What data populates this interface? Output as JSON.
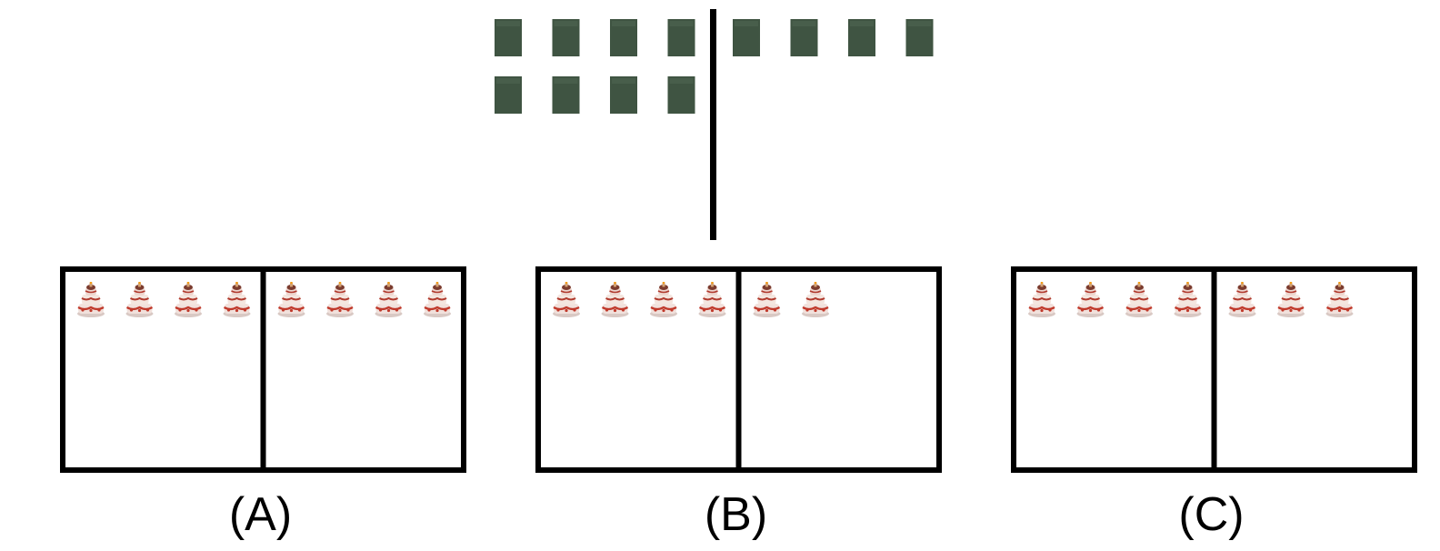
{
  "colors": {
    "block": "#3f5442",
    "block_highlight": "#4e6651",
    "frame": "#000000",
    "cake_frosting": "#f4e6df",
    "cake_red": "#c0392b",
    "cake_top": "#7a3b2e"
  },
  "top_panel": {
    "divider": true,
    "left_blocks": 8,
    "right_blocks": 4,
    "block_icon": "dark-green-block-icon"
  },
  "options": [
    {
      "label": "(A)",
      "left_count": 4,
      "right_count": 4,
      "icon": "cake-icon"
    },
    {
      "label": "(B)",
      "left_count": 4,
      "right_count": 2,
      "icon": "cake-icon"
    },
    {
      "label": "(C)",
      "left_count": 4,
      "right_count": 3,
      "icon": "cake-icon"
    }
  ]
}
